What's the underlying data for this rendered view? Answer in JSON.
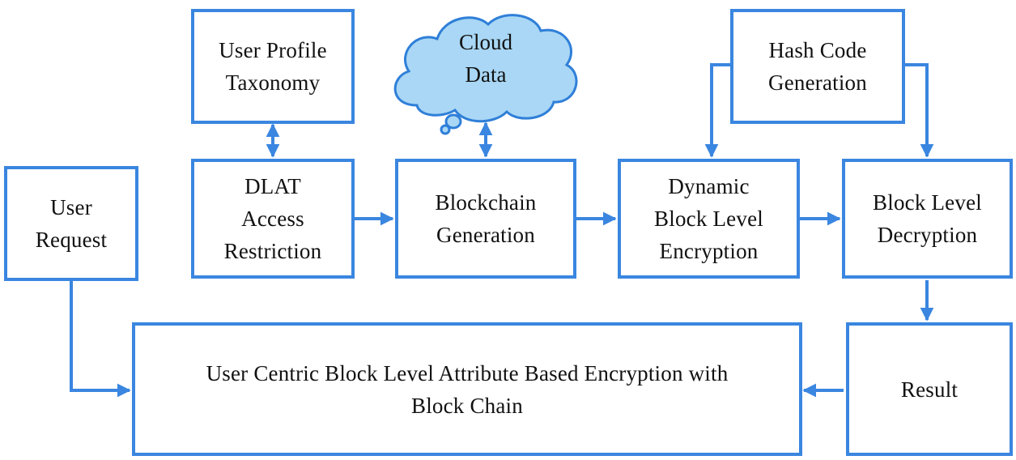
{
  "colors": {
    "accent": "#3a86e0",
    "cloud_fill": "#a9d7f5",
    "cloud_stroke": "#2f7fd8",
    "text": "#111111"
  },
  "nodes": {
    "user_request": {
      "lines": [
        "User",
        "Request"
      ]
    },
    "user_profile_taxonomy": {
      "lines": [
        "User Profile",
        "Taxonomy"
      ]
    },
    "cloud_data": {
      "lines": [
        "Cloud",
        "Data"
      ]
    },
    "hash_code_generation": {
      "lines": [
        "Hash Code",
        "Generation"
      ]
    },
    "dlat_access_restriction": {
      "lines": [
        "DLAT",
        "Access",
        "Restriction"
      ]
    },
    "blockchain_generation": {
      "lines": [
        "Blockchain",
        "Generation"
      ]
    },
    "dynamic_block_level_encryption": {
      "lines": [
        "Dynamic",
        "Block Level",
        "Encryption"
      ]
    },
    "block_level_decryption": {
      "lines": [
        "Block Level",
        "Decryption"
      ]
    },
    "result": {
      "lines": [
        "Result"
      ]
    },
    "ucble": {
      "lines": [
        "User Centric Block Level Attribute Based Encryption with",
        "Block Chain"
      ]
    }
  }
}
